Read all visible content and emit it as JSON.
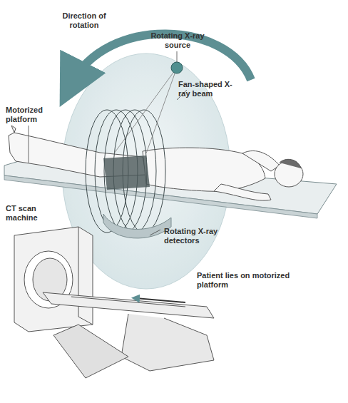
{
  "diagram": {
    "labels": [
      "Direction of rotation",
      "Rotating X-ray source",
      "Fan-shaped X-ray beam",
      "Motorized platform",
      "CT scan machine",
      "Rotating X-ray detectors",
      "Patient lies on motorized platform"
    ]
  }
}
